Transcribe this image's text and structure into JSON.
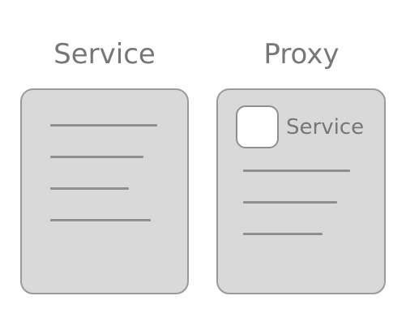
{
  "diagram": {
    "left_panel": {
      "title": "Service",
      "content_lines": 4
    },
    "right_panel": {
      "title": "Proxy",
      "nested_service_label": "Service",
      "content_lines": 3
    }
  },
  "colors": {
    "card_fill": "#d9d9d9",
    "card_border": "#9a9a9a",
    "line": "#8f8f8f",
    "text": "#777777",
    "nested_box_fill": "#ffffff"
  }
}
